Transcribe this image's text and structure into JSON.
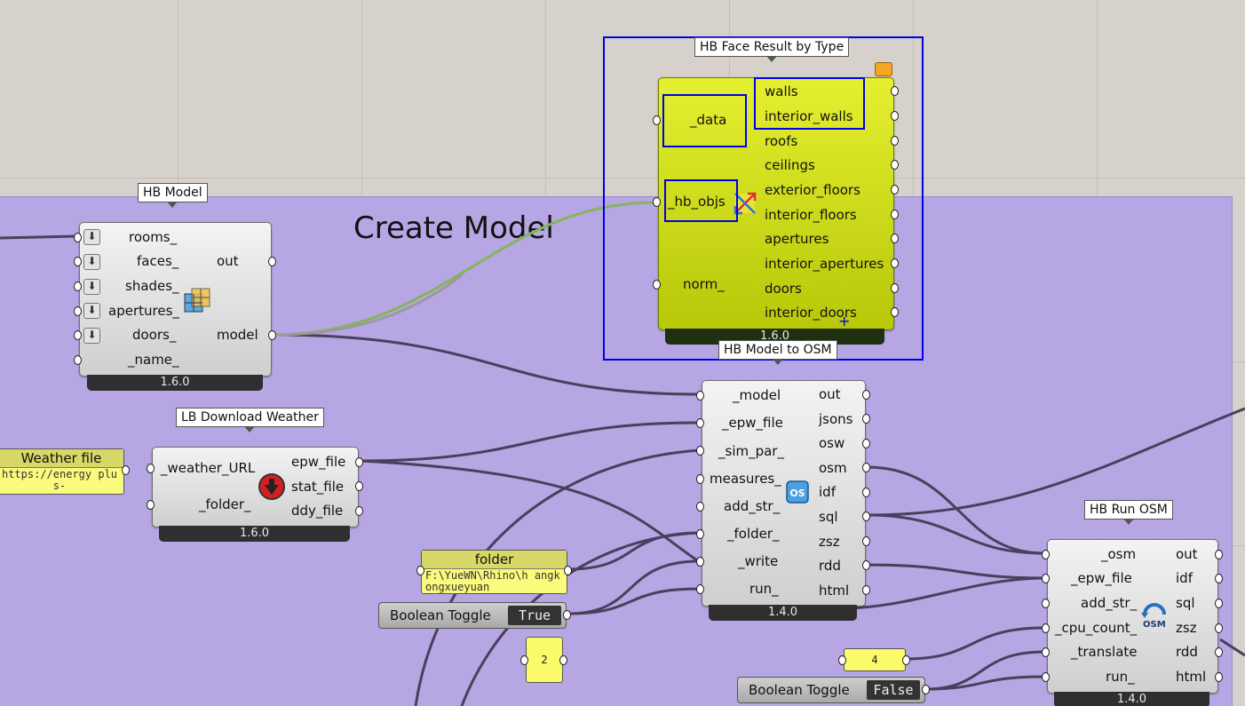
{
  "canvas": {
    "group_title": "Create Model",
    "group_color": "#b7a6e4",
    "highlight_color": "#0000e8",
    "wire_color": "#4a3f5c",
    "selected_wire_color": "#86b45a"
  },
  "components": {
    "hb_model": {
      "tag": "HB Model",
      "inputs": [
        "rooms_",
        "faces_",
        "shades_",
        "apertures_",
        "doors_",
        "_name_"
      ],
      "outputs": [
        "out",
        "model"
      ],
      "icon": "hb-model-cube-icon",
      "version": "1.6.0"
    },
    "hb_face_result": {
      "tag": "HB Face Result by Type",
      "inputs": [
        "_data",
        "_hb_objs",
        "norm_"
      ],
      "outputs": [
        "walls",
        "interior_walls",
        "roofs",
        "ceilings",
        "exterior_floors",
        "interior_floors",
        "apertures",
        "interior_apertures",
        "doors",
        "interior_doors"
      ],
      "icon": "face-result-arrow-icon",
      "version": "1.6.0",
      "color": "#c8dc14"
    },
    "lb_download_weather": {
      "tag": "LB Download Weather",
      "inputs": [
        "_weather_URL",
        "_folder_"
      ],
      "outputs": [
        "epw_file",
        "stat_file",
        "ddy_file"
      ],
      "icon": "download-weather-icon",
      "version": "1.6.0"
    },
    "hb_model_to_osm": {
      "tag": "HB Model to OSM",
      "inputs": [
        "_model",
        "_epw_file",
        "_sim_par_",
        "measures_",
        "add_str_",
        "_folder_",
        "_write",
        "run_"
      ],
      "outputs": [
        "out",
        "jsons",
        "osw",
        "osm",
        "idf",
        "sql",
        "zsz",
        "rdd",
        "html"
      ],
      "icon": "openstudio-icon",
      "version": "1.4.0"
    },
    "hb_run_osm": {
      "tag": "HB Run OSM",
      "inputs": [
        "_osm",
        "_epw_file",
        "add_str_",
        "_cpu_count_",
        "_translate",
        "run_"
      ],
      "outputs": [
        "out",
        "idf",
        "sql",
        "zsz",
        "rdd",
        "html"
      ],
      "icon": "run-osm-icon",
      "icon_label": "OSM",
      "version": "1.4.0"
    }
  },
  "panels": {
    "weather_file": {
      "title": "Weather file",
      "text": "https://energy plus-"
    },
    "folder": {
      "title": "folder",
      "text": "F:\\YueWN\\Rhino\\h angkongxueyuan"
    }
  },
  "toggles": {
    "toggle_true": {
      "label": "Boolean Toggle",
      "value": "True"
    },
    "toggle_false": {
      "label": "Boolean Toggle",
      "value": "False"
    }
  },
  "numbers": {
    "cpu_count": "4",
    "two": "2"
  }
}
